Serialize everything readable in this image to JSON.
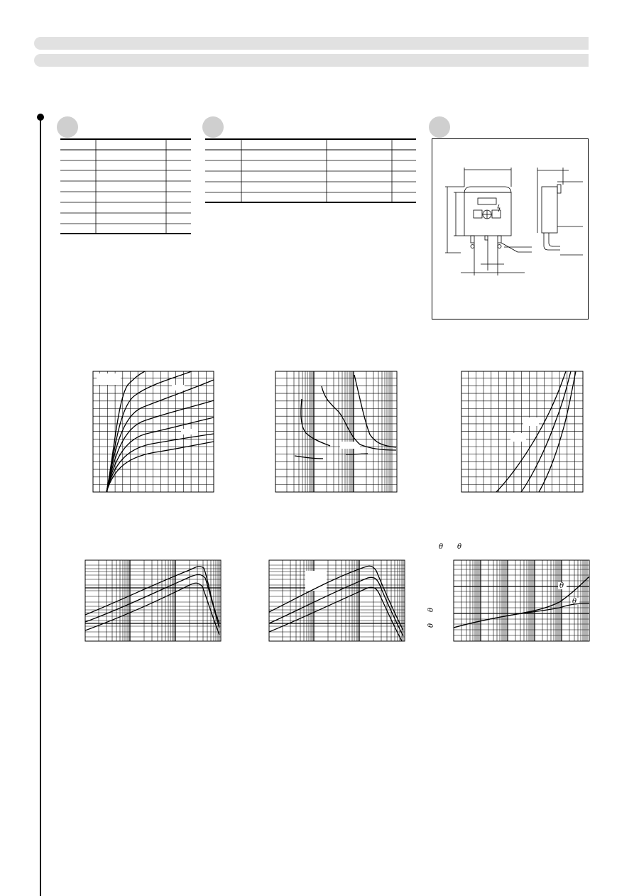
{
  "sections": {
    "table_1": {
      "rows": 8,
      "columns": 3
    },
    "table_2": {
      "rows": 6,
      "columns": 4
    },
    "package": {
      "type": "outline-drawing"
    }
  },
  "graph_labels": {
    "theta_a": "θ",
    "theta_b": "θ",
    "theta_axis_1": "θ",
    "theta_axis_2": "θ",
    "theta_curve_1": "θ",
    "theta_curve_2": "θ"
  }
}
